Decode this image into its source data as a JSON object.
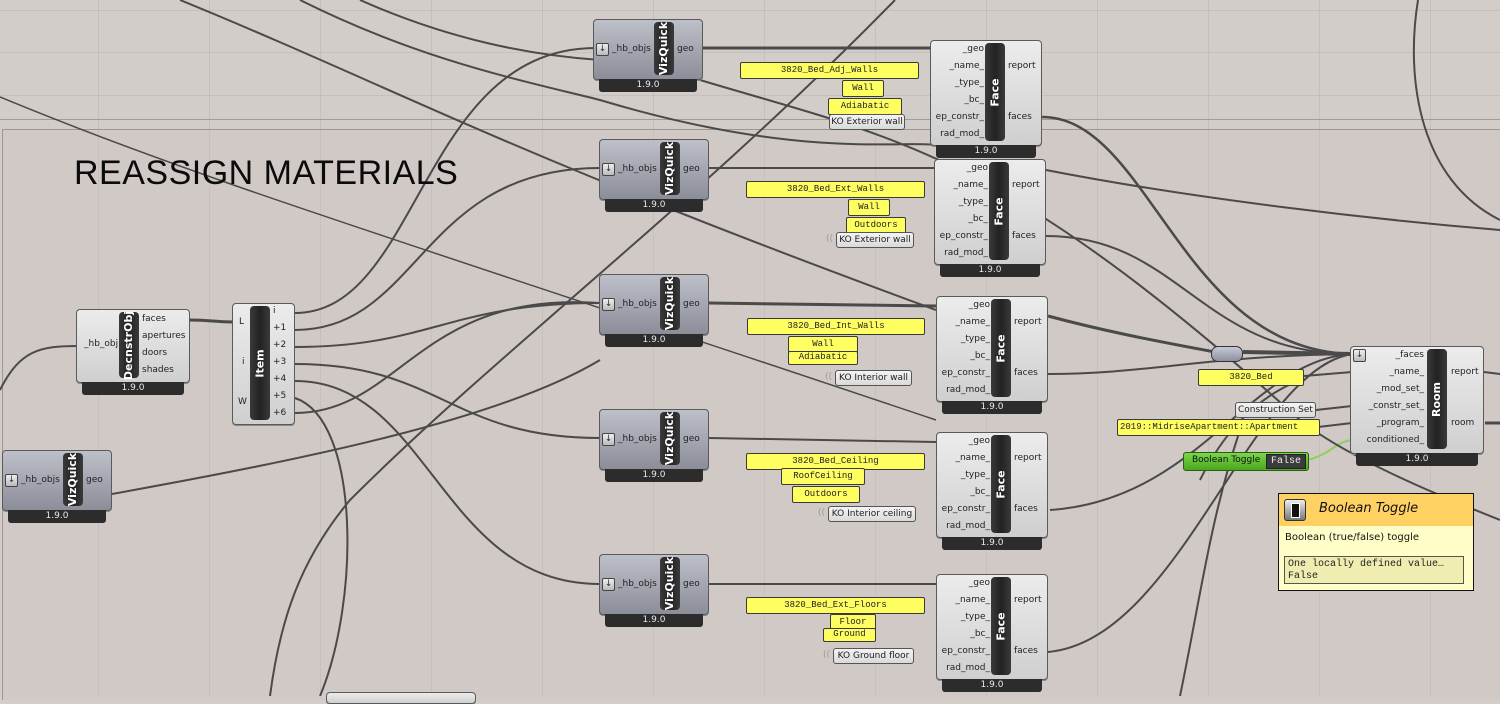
{
  "canvas": {
    "group_title": "REASSIGN MATERIALS"
  },
  "components": {
    "vizquick": [
      {
        "nickname": "VizQuick",
        "inputs": [
          "_hb_objs"
        ],
        "outputs": [
          "geo"
        ],
        "version": "1.9.0"
      },
      {
        "nickname": "VizQuick",
        "inputs": [
          "_hb_objs"
        ],
        "outputs": [
          "geo"
        ],
        "version": "1.9.0"
      },
      {
        "nickname": "VizQuick",
        "inputs": [
          "_hb_objs"
        ],
        "outputs": [
          "geo"
        ],
        "version": "1.9.0"
      },
      {
        "nickname": "VizQuick",
        "inputs": [
          "_hb_objs"
        ],
        "outputs": [
          "geo"
        ],
        "version": "1.9.0"
      },
      {
        "nickname": "VizQuick",
        "inputs": [
          "_hb_objs"
        ],
        "outputs": [
          "geo"
        ],
        "version": "1.9.0"
      },
      {
        "nickname": "VizQuick",
        "inputs": [
          "_hb_objs"
        ],
        "outputs": [
          "geo"
        ],
        "version": "1.9.0"
      }
    ],
    "face": [
      {
        "nickname": "Face",
        "inputs": [
          "_geo",
          "_name_",
          "_type_",
          "_bc_",
          "ep_constr_",
          "rad_mod_"
        ],
        "outputs": [
          "report",
          "faces"
        ],
        "version": "1.9.0"
      },
      {
        "nickname": "Face",
        "inputs": [
          "_geo",
          "_name_",
          "_type_",
          "_bc_",
          "ep_constr_",
          "rad_mod_"
        ],
        "outputs": [
          "report",
          "faces"
        ],
        "version": "1.9.0"
      },
      {
        "nickname": "Face",
        "inputs": [
          "_geo",
          "_name_",
          "_type_",
          "_bc_",
          "ep_constr_",
          "rad_mod_"
        ],
        "outputs": [
          "report",
          "faces"
        ],
        "version": "1.9.0"
      },
      {
        "nickname": "Face",
        "inputs": [
          "_geo",
          "_name_",
          "_type_",
          "_bc_",
          "ep_constr_",
          "rad_mod_"
        ],
        "outputs": [
          "report",
          "faces"
        ],
        "version": "1.9.0"
      },
      {
        "nickname": "Face",
        "inputs": [
          "_geo",
          "_name_",
          "_type_",
          "_bc_",
          "ep_constr_",
          "rad_mod_"
        ],
        "outputs": [
          "report",
          "faces"
        ],
        "version": "1.9.0"
      }
    ],
    "deconstruct": {
      "nickname": "DecnstrObj",
      "inputs": [
        "_hb_obj"
      ],
      "outputs": [
        "faces",
        "apertures",
        "doors",
        "shades"
      ],
      "version": "1.9.0"
    },
    "item": {
      "nickname": "Item",
      "inputs": [
        "L",
        "i",
        "W"
      ],
      "outputs": [
        "i",
        "+1",
        "+2",
        "+3",
        "+4",
        "+5",
        "+6"
      ]
    },
    "room": {
      "nickname": "Room",
      "inputs": [
        "_faces",
        "_name_",
        "_mod_set_",
        "_constr_set_",
        "_program_",
        "conditioned_"
      ],
      "outputs": [
        "report",
        "room"
      ],
      "version": "1.9.0"
    }
  },
  "face_inputs": [
    {
      "name": "3820_Bed_Adj_Walls",
      "type": "Wall",
      "bc": "Adiabatic",
      "construction": "KO Exterior wall"
    },
    {
      "name": "3820_Bed_Ext_Walls",
      "type": "Wall",
      "bc": "Outdoors",
      "construction": "KO Exterior wall"
    },
    {
      "name": "3820_Bed_Int_Walls",
      "type": "Wall",
      "bc": "Adiabatic",
      "construction": "KO Interior wall"
    },
    {
      "name": "3820_Bed_Ceiling",
      "type": "RoofCeiling",
      "bc": "Outdoors",
      "construction": "KO Interior ceiling"
    },
    {
      "name": "3820_Bed_Ext_Floors",
      "type": "Floor",
      "bc": "Ground",
      "construction": "KO Ground floor"
    }
  ],
  "room_inputs": {
    "name": "3820_Bed",
    "constr_set": "Construction Set",
    "program": "2019::MidriseApartment::Apartment"
  },
  "boolean_toggle": {
    "label": "Boolean Toggle",
    "value": "False"
  },
  "tooltip": {
    "icon": "toggle-switch-icon",
    "title": "Boolean Toggle",
    "description": "Boolean (true/false) toggle",
    "value_line1": "One locally defined value…",
    "value_line2": "False"
  },
  "colors": {
    "canvas": "#d3cdca",
    "panel_yellow": "#fefe60",
    "toggle_green": "#5cbf2a",
    "tooltip_header": "#ffd162",
    "tooltip_body": "#fffec8",
    "wire": "#4a4a4a",
    "wire_boolean": "#8ccf5a"
  }
}
